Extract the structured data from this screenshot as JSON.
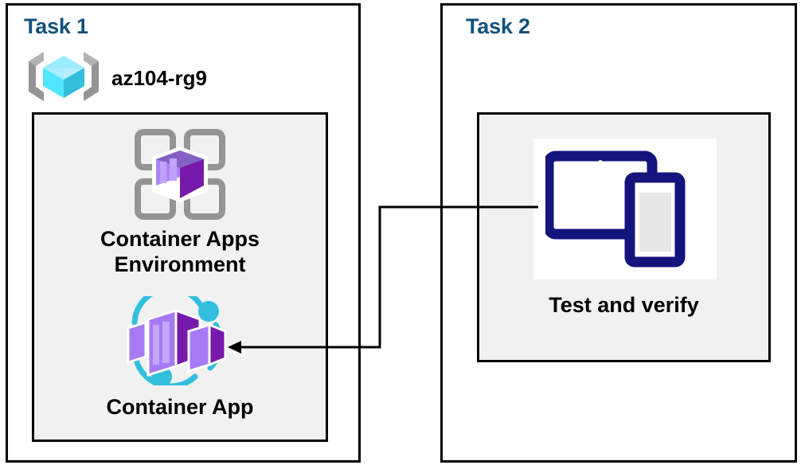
{
  "diagram": {
    "title_color": "#12517d",
    "panels": [
      {
        "id": "task1",
        "title": "Task 1",
        "resource_group": {
          "icon": "resource-group-icon",
          "label": "az104-rg9"
        },
        "items": [
          {
            "icon": "container-apps-environment-icon",
            "label": "Container Apps Environment"
          },
          {
            "icon": "container-app-icon",
            "label": "Container App"
          }
        ]
      },
      {
        "id": "task2",
        "title": "Task 2",
        "items": [
          {
            "icon": "test-and-verify-devices-icon",
            "label": "Test and verify"
          }
        ]
      }
    ],
    "connector": {
      "name": "test-to-container-app-arrow",
      "from": "Test and verify",
      "to": "Container App",
      "direction": "left",
      "color": "#000000"
    },
    "colors": {
      "panel_border": "#000000",
      "inner_box_fill": "#f1f1f1",
      "title": "#12517d",
      "label": "#000000",
      "purple_dark": "#7719aa",
      "purple_mid": "#8661c5",
      "purple_light": "#a67af4",
      "grey_frame": "#949494",
      "cyan": "#32bedd",
      "navy": "#14147d"
    }
  }
}
